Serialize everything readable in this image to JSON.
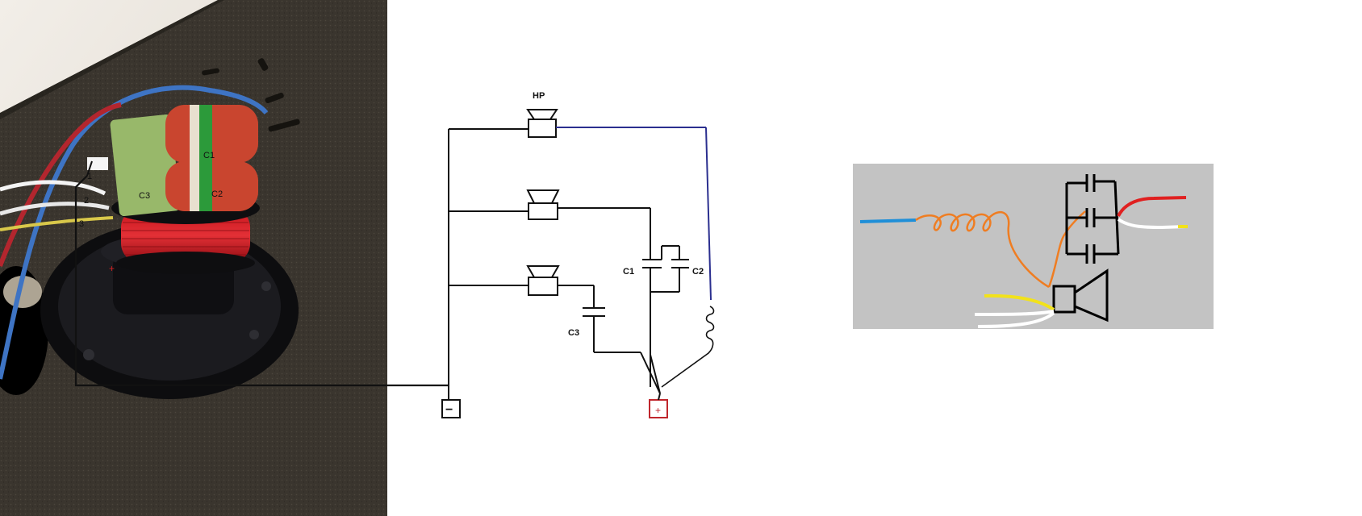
{
  "photo": {
    "cap_labels": [
      "C1",
      "C2",
      "C3"
    ],
    "wire_numbers": [
      "1",
      "2",
      "3"
    ],
    "minus_mark": "-",
    "plus_mark": "+"
  },
  "schematic": {
    "speaker_label": "HP",
    "capacitor_labels": [
      "C1",
      "C2",
      "C3"
    ],
    "minus_terminal": "−",
    "plus_terminal": "+"
  },
  "colors": {
    "wire_black": "#111111",
    "wire_blue": "#2b2f8f",
    "plus_red": "#c0262c",
    "inset_bg": "#c3c3c3",
    "coil_orange": "#ef7d22",
    "wire_cyan": "#1f8fd8",
    "wire_red": "#e02020",
    "wire_yellow": "#f2e21a",
    "wire_white": "#ffffff"
  },
  "icons": [
    "speaker-icon",
    "capacitor-icon",
    "inductor-icon",
    "terminal-icon"
  ]
}
